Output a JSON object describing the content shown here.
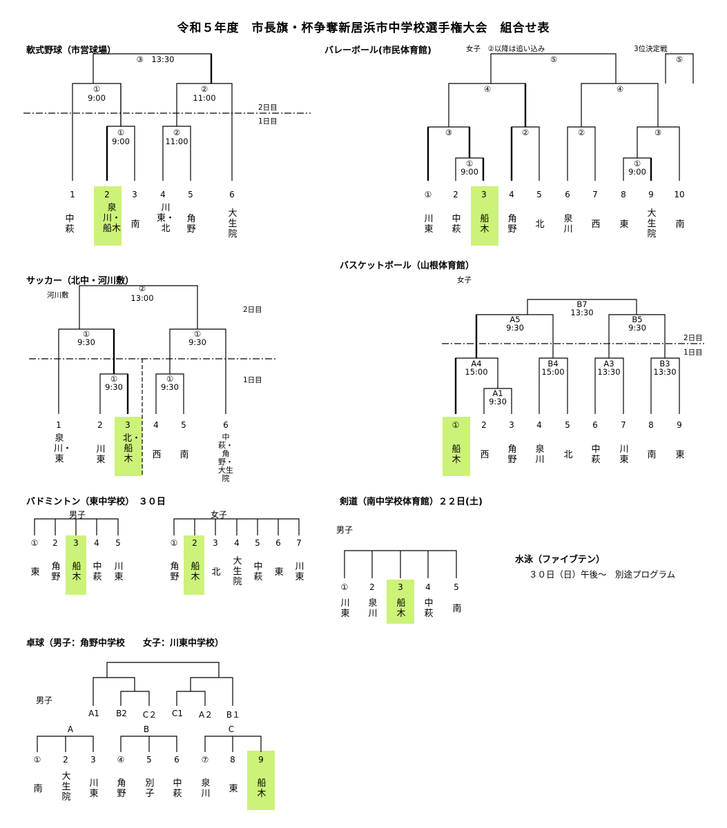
{
  "title": "令和５年度　市長旗・杯争奪新居浜市中学校選手権大会　組合せ表",
  "baseball": {
    "heading": "軟式野球（市営球場）",
    "day2": "2日目",
    "day1": "1日目",
    "m3": "③　13:30",
    "m1a": "①",
    "m1a_t": "9:00",
    "m2a": "②",
    "m2a_t": "11:00",
    "m1b": "①",
    "m1b_t": "9:00",
    "m2b": "②",
    "m2b_t": "11:00",
    "nums": [
      "1",
      "2",
      "3",
      "4",
      "5",
      "6"
    ],
    "names": [
      "中萩",
      "泉川・船木",
      "南",
      "川東・北",
      "角野",
      "大生院"
    ]
  },
  "volleyball": {
    "heading": "バレーボール(市民体育館)",
    "sub": "女子　②以降は追い込み",
    "third": "3位決定戦",
    "m5": "⑤",
    "m5b": "⑤",
    "m4a": "④",
    "m4b": "④",
    "m3a": "③",
    "m2a": "②",
    "m2b": "②",
    "m3b": "③",
    "m1a": "①",
    "m1a_t": "9:00",
    "m1b": "①",
    "m1b_t": "9:00",
    "nums": [
      "①",
      "2",
      "3",
      "4",
      "5",
      "6",
      "7",
      "8",
      "9",
      "10"
    ],
    "names": [
      "川東",
      "中萩",
      "船木",
      "角野",
      "北",
      "泉川",
      "西",
      "東",
      "大生院",
      "南"
    ]
  },
  "soccer": {
    "heading": "サッカー（北中・河川敷）",
    "venue": "河川敷",
    "day2": "2日目",
    "day1": "1日目",
    "m2": "②",
    "m2_t": "13:00",
    "m1a": "①",
    "m1a_t": "9:30",
    "m1b": "①",
    "m1b_t": "9:30",
    "m1c": "①",
    "m1c_t": "9:30",
    "m1d": "①",
    "m1d_t": "9:30",
    "nums": [
      "1",
      "2",
      "3",
      "4",
      "5",
      "6"
    ],
    "names": [
      "泉川・東",
      "川東",
      "北・船木",
      "西",
      "南",
      "中萩・角野・大生院"
    ]
  },
  "basketball": {
    "heading": "バスケットボール（山根体育館）",
    "sub": "女子",
    "day2": "2日目",
    "day1": "1日目",
    "b7": "B7",
    "b7_t": "13:30",
    "a5": "A5",
    "a5_t": "9:30",
    "b5": "B5",
    "b5_t": "9:30",
    "a4": "A4",
    "a4_t": "15:00",
    "b4": "B4",
    "b4_t": "15:00",
    "a3": "A3",
    "a3_t": "13:30",
    "b3": "B3",
    "b3_t": "13:30",
    "a1": "A1",
    "a1_t": "9:30",
    "nums": [
      "①",
      "2",
      "3",
      "4",
      "5",
      "6",
      "7",
      "8",
      "9"
    ],
    "names": [
      "船木",
      "西",
      "角野",
      "泉川",
      "北",
      "中萩",
      "川東",
      "南",
      "東"
    ]
  },
  "badminton": {
    "heading": "バドミントン（東中学校）　３０日",
    "boys": "男子",
    "girls": "女子",
    "boys_nums": [
      "①",
      "2",
      "3",
      "4",
      "5"
    ],
    "boys_names": [
      "東",
      "角野",
      "船木",
      "中萩",
      "川東"
    ],
    "girls_nums": [
      "①",
      "2",
      "3",
      "4",
      "5",
      "6",
      "7"
    ],
    "girls_names": [
      "角野",
      "船木",
      "北",
      "大生院",
      "中萩",
      "東",
      "川東"
    ]
  },
  "kendo": {
    "heading": "剣道（南中学校体育館）２２日(土)",
    "boys": "男子",
    "nums": [
      "①",
      "2",
      "3",
      "4",
      "5"
    ],
    "names": [
      "川東",
      "泉川",
      "船木",
      "中萩",
      "南"
    ]
  },
  "swim": {
    "heading": "水泳（ファイブテン）",
    "detail": "３０日（日）午後～　別途プログラム"
  },
  "tabletennis": {
    "heading": "卓球（男子：角野中学校　　女子：川東中学校）",
    "boys": "男子",
    "seeds": [
      "A1",
      "B2",
      "C２",
      "C1",
      "A２",
      "B１"
    ],
    "groups": [
      "A",
      "B",
      "C"
    ],
    "nums": [
      "①",
      "2",
      "3",
      "④",
      "5",
      "6",
      "⑦",
      "8",
      "9"
    ],
    "names": [
      "南",
      "大生院",
      "川東",
      "角野",
      "別子",
      "中萩",
      "泉川",
      "東",
      "船木"
    ]
  },
  "colors": {
    "highlight": "#ccf279",
    "text": "#000000"
  }
}
